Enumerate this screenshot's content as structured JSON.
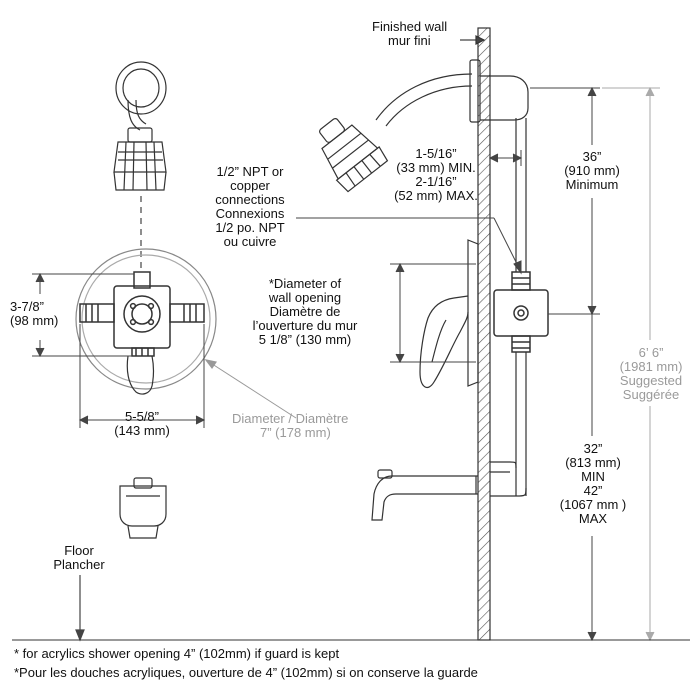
{
  "labels": {
    "finished_wall": [
      "Finished wall",
      "mur fini"
    ],
    "npt": [
      "1/2” NPT or",
      "copper",
      "connections",
      "Connexions",
      "1/2 po. NPT",
      "ou cuivre"
    ],
    "wall_opening": [
      "*Diameter of",
      "wall opening",
      "Diamètre de",
      "l’ouverture du mur",
      "5 1/8” (130 mm)"
    ],
    "offset": [
      "1-5/16”",
      "(33 mm) MIN.",
      "2-1/16”",
      "(52 mm) MAX."
    ],
    "head_height": [
      "36”",
      "(910 mm)",
      "Minimum"
    ],
    "suggested": [
      "6’ 6”",
      "(1981 mm)",
      "Suggested",
      "Suggérée"
    ],
    "valve_height": [
      "32”",
      "(813 mm)",
      "MIN",
      "42”",
      "(1067 mm )",
      "MAX"
    ],
    "valve_body_height": [
      "3-7/8”",
      "(98 mm)"
    ],
    "valve_body_width": [
      "5-5/8”",
      "(143 mm)"
    ],
    "trim_diameter": [
      "Diameter / Diamètre",
      "7” (178 mm)"
    ],
    "floor": [
      "Floor",
      "Plancher"
    ]
  },
  "footnotes": [
    "* for acrylics shower opening 4” (102mm) if guard is kept",
    "*Pour les douches acryliques, ouverture de 4” (102mm) si on conserve la guarde"
  ]
}
